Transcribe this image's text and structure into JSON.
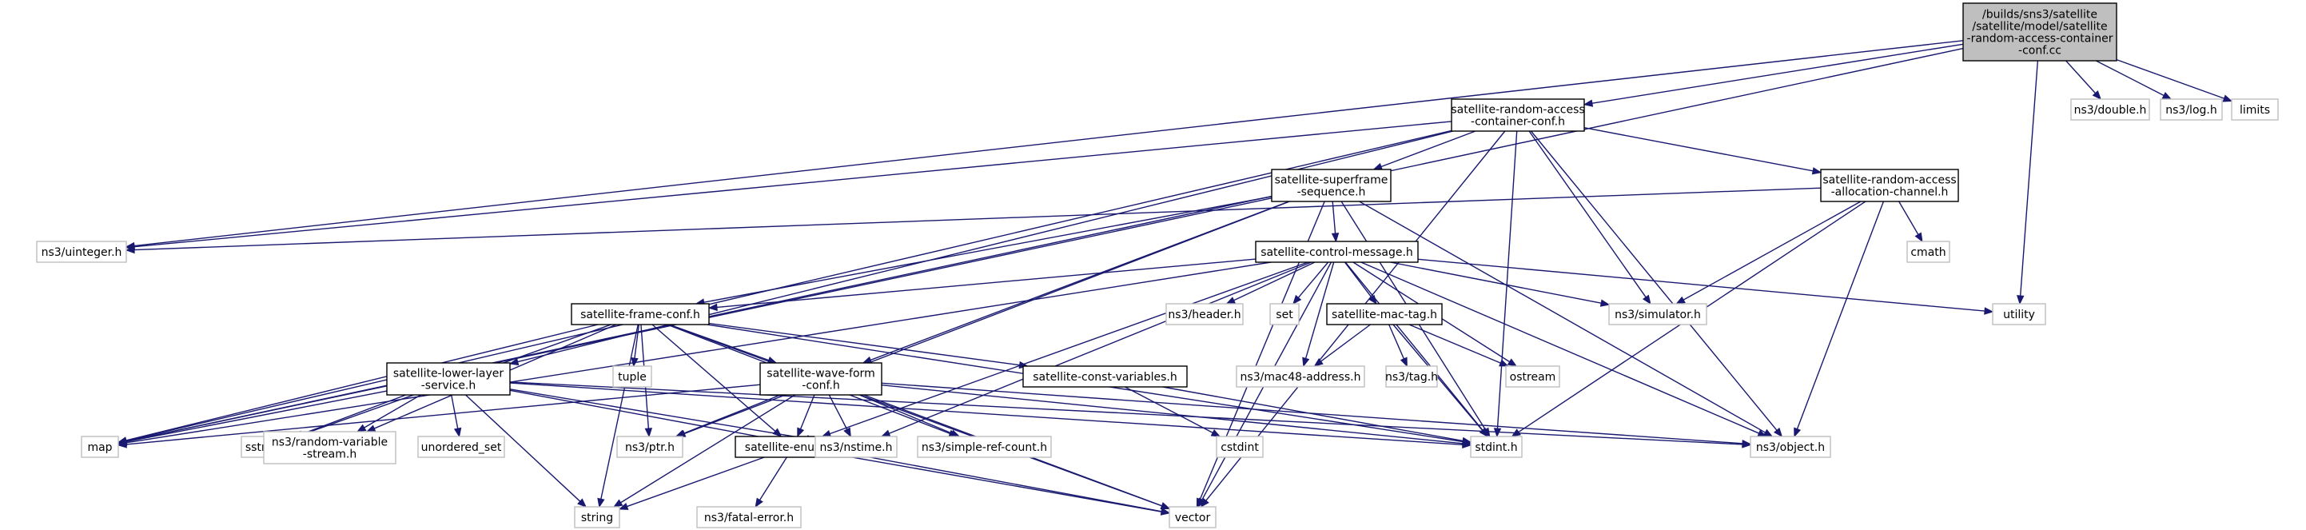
{
  "nodes": [
    {
      "id": "main",
      "kind": "main",
      "lines": [
        "/builds/sns3/satellite",
        "/satellite/model/satellite",
        "-random-access-container",
        "-conf.cc"
      ]
    },
    {
      "id": "ra_container",
      "kind": "internal",
      "lines": [
        "satellite-random-access",
        "-container-conf.h"
      ]
    },
    {
      "id": "double",
      "kind": "external",
      "lines": [
        "ns3/double.h"
      ]
    },
    {
      "id": "log",
      "kind": "external",
      "lines": [
        "ns3/log.h"
      ]
    },
    {
      "id": "limits",
      "kind": "external",
      "lines": [
        "limits"
      ]
    },
    {
      "id": "superframe",
      "kind": "internal",
      "lines": [
        "satellite-superframe",
        "-sequence.h"
      ]
    },
    {
      "id": "ra_alloc",
      "kind": "internal",
      "lines": [
        "satellite-random-access",
        "-allocation-channel.h"
      ]
    },
    {
      "id": "uinteger",
      "kind": "external",
      "lines": [
        "ns3/uinteger.h"
      ]
    },
    {
      "id": "control",
      "kind": "internal",
      "lines": [
        "satellite-control-message.h"
      ]
    },
    {
      "id": "cmath",
      "kind": "external",
      "lines": [
        "cmath"
      ]
    },
    {
      "id": "frame",
      "kind": "internal",
      "lines": [
        "satellite-frame-conf.h"
      ]
    },
    {
      "id": "header",
      "kind": "external",
      "lines": [
        "ns3/header.h"
      ]
    },
    {
      "id": "set",
      "kind": "external",
      "lines": [
        "set"
      ]
    },
    {
      "id": "mactag",
      "kind": "internal",
      "lines": [
        "satellite-mac-tag.h"
      ]
    },
    {
      "id": "simulator",
      "kind": "external",
      "lines": [
        "ns3/simulator.h"
      ]
    },
    {
      "id": "utility",
      "kind": "external",
      "lines": [
        "utility"
      ]
    },
    {
      "id": "tuple",
      "kind": "external",
      "lines": [
        "tuple"
      ]
    },
    {
      "id": "mac48",
      "kind": "external",
      "lines": [
        "ns3/mac48-address.h"
      ]
    },
    {
      "id": "tag",
      "kind": "external",
      "lines": [
        "ns3/tag.h"
      ]
    },
    {
      "id": "ostream",
      "kind": "external",
      "lines": [
        "ostream"
      ]
    },
    {
      "id": "lower",
      "kind": "internal",
      "lines": [
        "satellite-lower-layer",
        "-service.h"
      ]
    },
    {
      "id": "wave",
      "kind": "internal",
      "lines": [
        "satellite-wave-form",
        "-conf.h"
      ]
    },
    {
      "id": "constvars",
      "kind": "internal",
      "lines": [
        "satellite-const-variables.h"
      ]
    },
    {
      "id": "map",
      "kind": "external",
      "lines": [
        "map"
      ]
    },
    {
      "id": "sstream",
      "kind": "external",
      "lines": [
        "sstream"
      ]
    },
    {
      "id": "randvar",
      "kind": "external",
      "lines": [
        "ns3/random-variable",
        "-stream.h"
      ]
    },
    {
      "id": "unordered",
      "kind": "external",
      "lines": [
        "unordered_set"
      ]
    },
    {
      "id": "ptr",
      "kind": "external",
      "lines": [
        "ns3/ptr.h"
      ]
    },
    {
      "id": "enums",
      "kind": "internal",
      "lines": [
        "satellite-enums.h"
      ]
    },
    {
      "id": "nstime",
      "kind": "external",
      "lines": [
        "ns3/nstime.h"
      ]
    },
    {
      "id": "simpleref",
      "kind": "external",
      "lines": [
        "ns3/simple-ref-count.h"
      ]
    },
    {
      "id": "cstdint",
      "kind": "external",
      "lines": [
        "cstdint"
      ]
    },
    {
      "id": "stdint",
      "kind": "external",
      "lines": [
        "stdint.h"
      ]
    },
    {
      "id": "object",
      "kind": "external",
      "lines": [
        "ns3/object.h"
      ]
    },
    {
      "id": "string",
      "kind": "external",
      "lines": [
        "string"
      ]
    },
    {
      "id": "fatal",
      "kind": "external",
      "lines": [
        "ns3/fatal-error.h"
      ]
    },
    {
      "id": "vector",
      "kind": "external",
      "lines": [
        "vector"
      ]
    }
  ],
  "edges": [
    [
      "main",
      "ra_container"
    ],
    [
      "main",
      "double"
    ],
    [
      "main",
      "log"
    ],
    [
      "main",
      "limits"
    ],
    [
      "main",
      "uinteger"
    ],
    [
      "main",
      "map"
    ],
    [
      "main",
      "utility"
    ],
    [
      "ra_container",
      "superframe"
    ],
    [
      "ra_container",
      "ra_alloc"
    ],
    [
      "ra_container",
      "uinteger"
    ],
    [
      "ra_container",
      "lower"
    ],
    [
      "ra_container",
      "map"
    ],
    [
      "ra_container",
      "simulator"
    ],
    [
      "ra_container",
      "stdint"
    ],
    [
      "ra_container",
      "object"
    ],
    [
      "ra_container",
      "vector"
    ],
    [
      "ra_alloc",
      "uinteger"
    ],
    [
      "ra_alloc",
      "cmath"
    ],
    [
      "ra_alloc",
      "simulator"
    ],
    [
      "ra_alloc",
      "stdint"
    ],
    [
      "ra_alloc",
      "object"
    ],
    [
      "superframe",
      "control"
    ],
    [
      "superframe",
      "frame"
    ],
    [
      "superframe",
      "wave"
    ],
    [
      "superframe",
      "map"
    ],
    [
      "superframe",
      "ptr"
    ],
    [
      "superframe",
      "stdint"
    ],
    [
      "superframe",
      "object"
    ],
    [
      "superframe",
      "vector"
    ],
    [
      "control",
      "frame"
    ],
    [
      "control",
      "header"
    ],
    [
      "control",
      "set"
    ],
    [
      "control",
      "mactag"
    ],
    [
      "control",
      "simulator"
    ],
    [
      "control",
      "utility"
    ],
    [
      "control",
      "mac48"
    ],
    [
      "control",
      "ostream"
    ],
    [
      "control",
      "map"
    ],
    [
      "control",
      "enums"
    ],
    [
      "control",
      "nstime"
    ],
    [
      "control",
      "stdint"
    ],
    [
      "control",
      "object"
    ],
    [
      "control",
      "vector"
    ],
    [
      "mactag",
      "mac48"
    ],
    [
      "mactag",
      "tag"
    ],
    [
      "mactag",
      "ostream"
    ],
    [
      "mactag",
      "stdint"
    ],
    [
      "frame",
      "tuple"
    ],
    [
      "frame",
      "wave"
    ],
    [
      "frame",
      "constvars"
    ],
    [
      "frame",
      "map"
    ],
    [
      "frame",
      "sstream"
    ],
    [
      "frame",
      "randvar"
    ],
    [
      "frame",
      "ptr"
    ],
    [
      "frame",
      "enums"
    ],
    [
      "frame",
      "simpleref"
    ],
    [
      "frame",
      "string"
    ],
    [
      "frame",
      "vector"
    ],
    [
      "frame",
      "stdint"
    ],
    [
      "lower",
      "map"
    ],
    [
      "lower",
      "sstream"
    ],
    [
      "lower",
      "randvar"
    ],
    [
      "lower",
      "unordered"
    ],
    [
      "lower",
      "string"
    ],
    [
      "lower",
      "nstime"
    ],
    [
      "lower",
      "stdint"
    ],
    [
      "lower",
      "object"
    ],
    [
      "lower",
      "vector"
    ],
    [
      "wave",
      "map"
    ],
    [
      "wave",
      "ptr"
    ],
    [
      "wave",
      "enums"
    ],
    [
      "wave",
      "nstime"
    ],
    [
      "wave",
      "simpleref"
    ],
    [
      "wave",
      "string"
    ],
    [
      "wave",
      "stdint"
    ],
    [
      "wave",
      "object"
    ],
    [
      "wave",
      "vector"
    ],
    [
      "constvars",
      "cstdint"
    ],
    [
      "constvars",
      "stdint"
    ],
    [
      "enums",
      "string"
    ],
    [
      "enums",
      "fatal"
    ],
    [
      "enums",
      "vector"
    ]
  ]
}
